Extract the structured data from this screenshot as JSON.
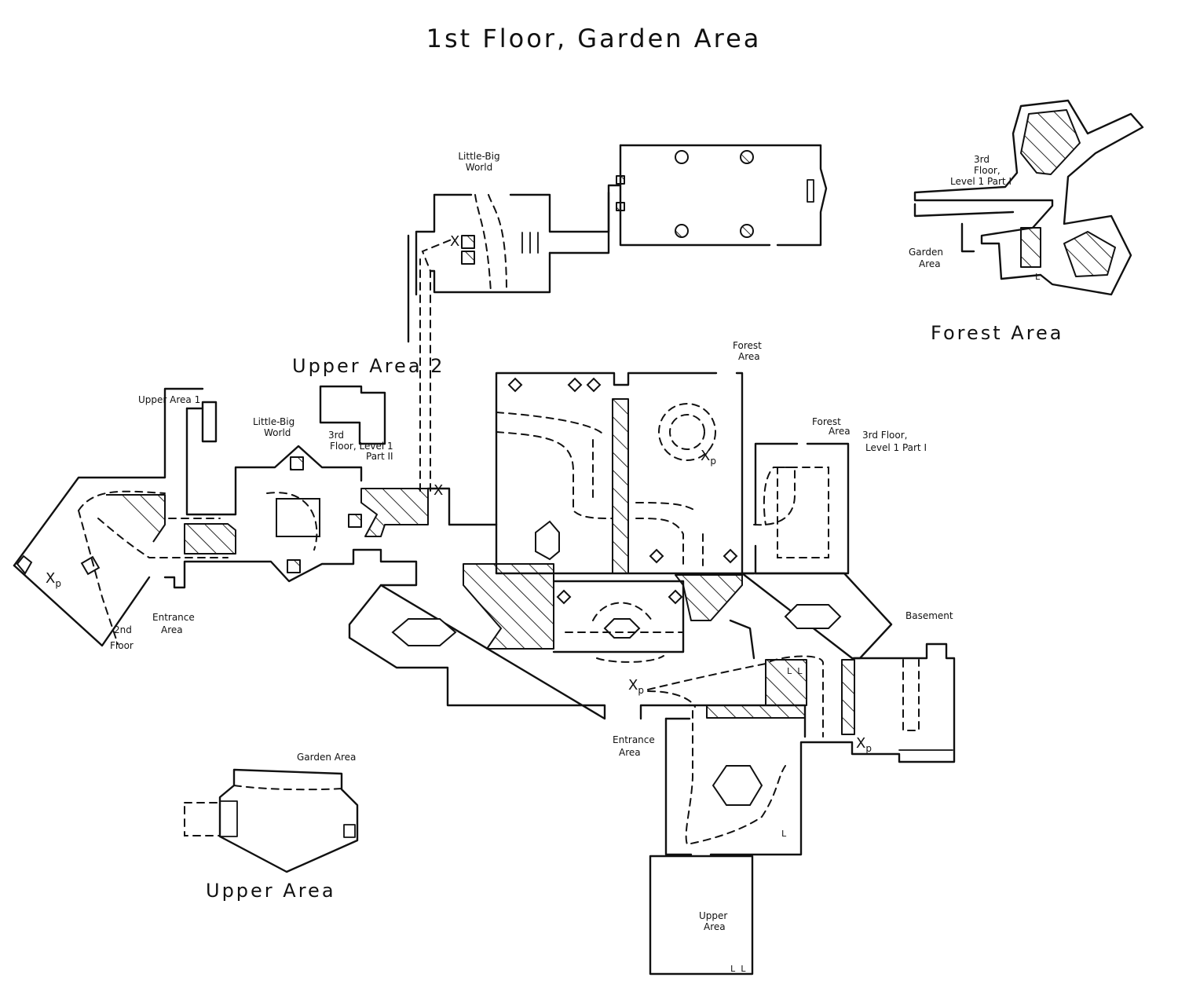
{
  "title": "1st Floor, Garden Area",
  "sections": {
    "forest_area": "Forest Area",
    "upper_area": "Upper Area",
    "upper_area_2": "Upper Area 2"
  },
  "labels": {
    "little_big_world_top_1": "Little-Big",
    "little_big_world_top_2": "World",
    "little_big_world_left_1": "Little-Big",
    "little_big_world_left_2": "World",
    "upper_area_1_link": "Upper Area 1",
    "third_floor_part2_1": "3rd",
    "third_floor_part2_2": "Floor, Level 1",
    "third_floor_part2_3": "Part II",
    "forest_area_top_1": "Forest",
    "forest_area_top_2": "Area",
    "forest_area_right_1": "Forest",
    "forest_area_right_2": "Area",
    "third_floor_part1_main_1": "3rd Floor,",
    "third_floor_part1_main_2": "Level 1  Part I",
    "entrance_area_left_1": "Entrance",
    "entrance_area_left_2": "Area",
    "second_floor_1": "2nd",
    "second_floor_2": "Floor",
    "basement": "Basement",
    "entrance_area_bottom_1": "Entrance",
    "entrance_area_bottom_2": "Area",
    "upper_area_room_1": "Upper",
    "upper_area_room_2": "Area",
    "garden_area_upper": "Garden Area",
    "forest_third_1": "3rd",
    "forest_third_2": "Floor,",
    "forest_third_3": "Level 1 Part I",
    "forest_garden_1": "Garden",
    "forest_garden_2": "Area"
  },
  "markers": {
    "xp": "X",
    "xp_sub": "p",
    "x": "X",
    "ladder": "L",
    "double_ladder": "L L"
  }
}
